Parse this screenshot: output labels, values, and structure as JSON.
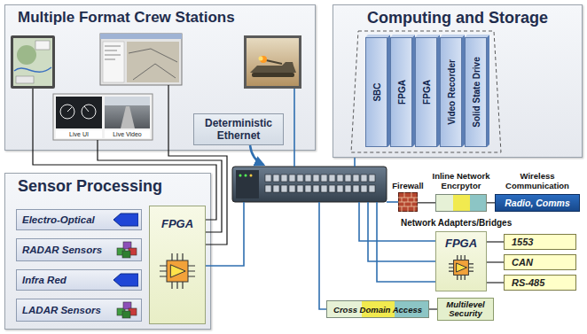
{
  "diagram": {
    "nodes": [
      {
        "text": [
          "Multiple Format Crew Stations"
        ]
      },
      {
        "text": [
          "Computing and Storage"
        ]
      },
      {
        "text": [
          "SBC"
        ],
        "in": 1
      },
      {
        "text": [
          "FPGA"
        ],
        "in": 1
      },
      {
        "text": [
          "FPGA"
        ],
        "in": 1
      },
      {
        "text": [
          "Video Recorder"
        ],
        "in": 1
      },
      {
        "text": [
          "Solid State Drive"
        ],
        "in": 1
      },
      {
        "text": [
          "Deterministic Ethernet"
        ]
      },
      {
        "text": [
          "Sensor Processing"
        ]
      },
      {
        "text": [
          "Electro-Optical"
        ],
        "in": 8
      },
      {
        "text": [
          "RADAR Sensors"
        ],
        "in": 8
      },
      {
        "text": [
          "Infra Red"
        ],
        "in": 8
      },
      {
        "text": [
          "LADAR Sensors"
        ],
        "in": 8
      },
      {
        "text": [
          "FPGA"
        ],
        "in": 8
      },
      {
        "text": [
          "Firewall"
        ]
      },
      {
        "text": [
          "Inline Network Encrpytor"
        ]
      },
      {
        "text": [
          "Wireless Communication",
          "Radio, Comms"
        ]
      },
      {
        "text": [
          "FPGA"
        ]
      },
      {
        "text": [
          "1553"
        ]
      },
      {
        "text": [
          "CAN"
        ]
      },
      {
        "text": [
          "RS-485"
        ]
      },
      {
        "text": [
          "Cross Domain Access"
        ]
      },
      {
        "text": [
          "Multilevel Security"
        ]
      }
    ],
    "edges": [
      {
        "from": 14,
        "to": 15,
        "arrow": "none"
      },
      {
        "from": 15,
        "to": 16,
        "arrow": "none"
      },
      {
        "from": 17,
        "to": 18,
        "arrow": "none"
      },
      {
        "from": 17,
        "to": 19,
        "arrow": "none"
      },
      {
        "from": 17,
        "to": 20,
        "arrow": "none"
      },
      {
        "from": 21,
        "to": 22,
        "arrow": "none"
      }
    ],
    "labels": [
      "Live UI",
      "Live Video",
      "Network Adapters/Bridges"
    ]
  }
}
